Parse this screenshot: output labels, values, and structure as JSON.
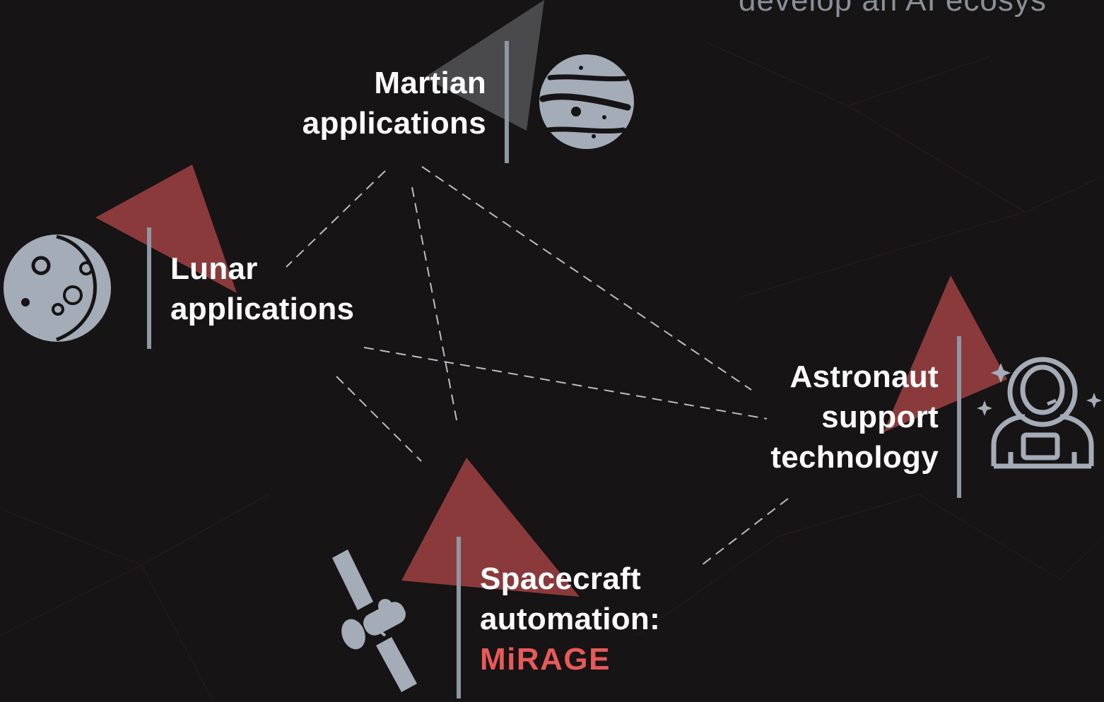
{
  "header": {
    "partial_text": "develop an AI ecosys"
  },
  "nodes": {
    "martian": {
      "line1": "Martian",
      "line2": "applications",
      "icon": "planet-jupiter-icon"
    },
    "lunar": {
      "line1": "Lunar",
      "line2": "applications",
      "icon": "moon-icon"
    },
    "astronaut": {
      "line1": "Astronaut",
      "line2": "support",
      "line3": "technology",
      "icon": "astronaut-icon"
    },
    "spacecraft": {
      "line1": "Spacecraft",
      "line2": "automation:",
      "highlight": "MiRAGE",
      "icon": "satellite-icon"
    }
  },
  "colors": {
    "background": "#161414",
    "accent_triangle": "#8b3a3b",
    "grey_triangle": "#4a4a4c",
    "highlight": "#e8595a",
    "icon": "#a4acb8",
    "divider": "#8f97a4"
  }
}
